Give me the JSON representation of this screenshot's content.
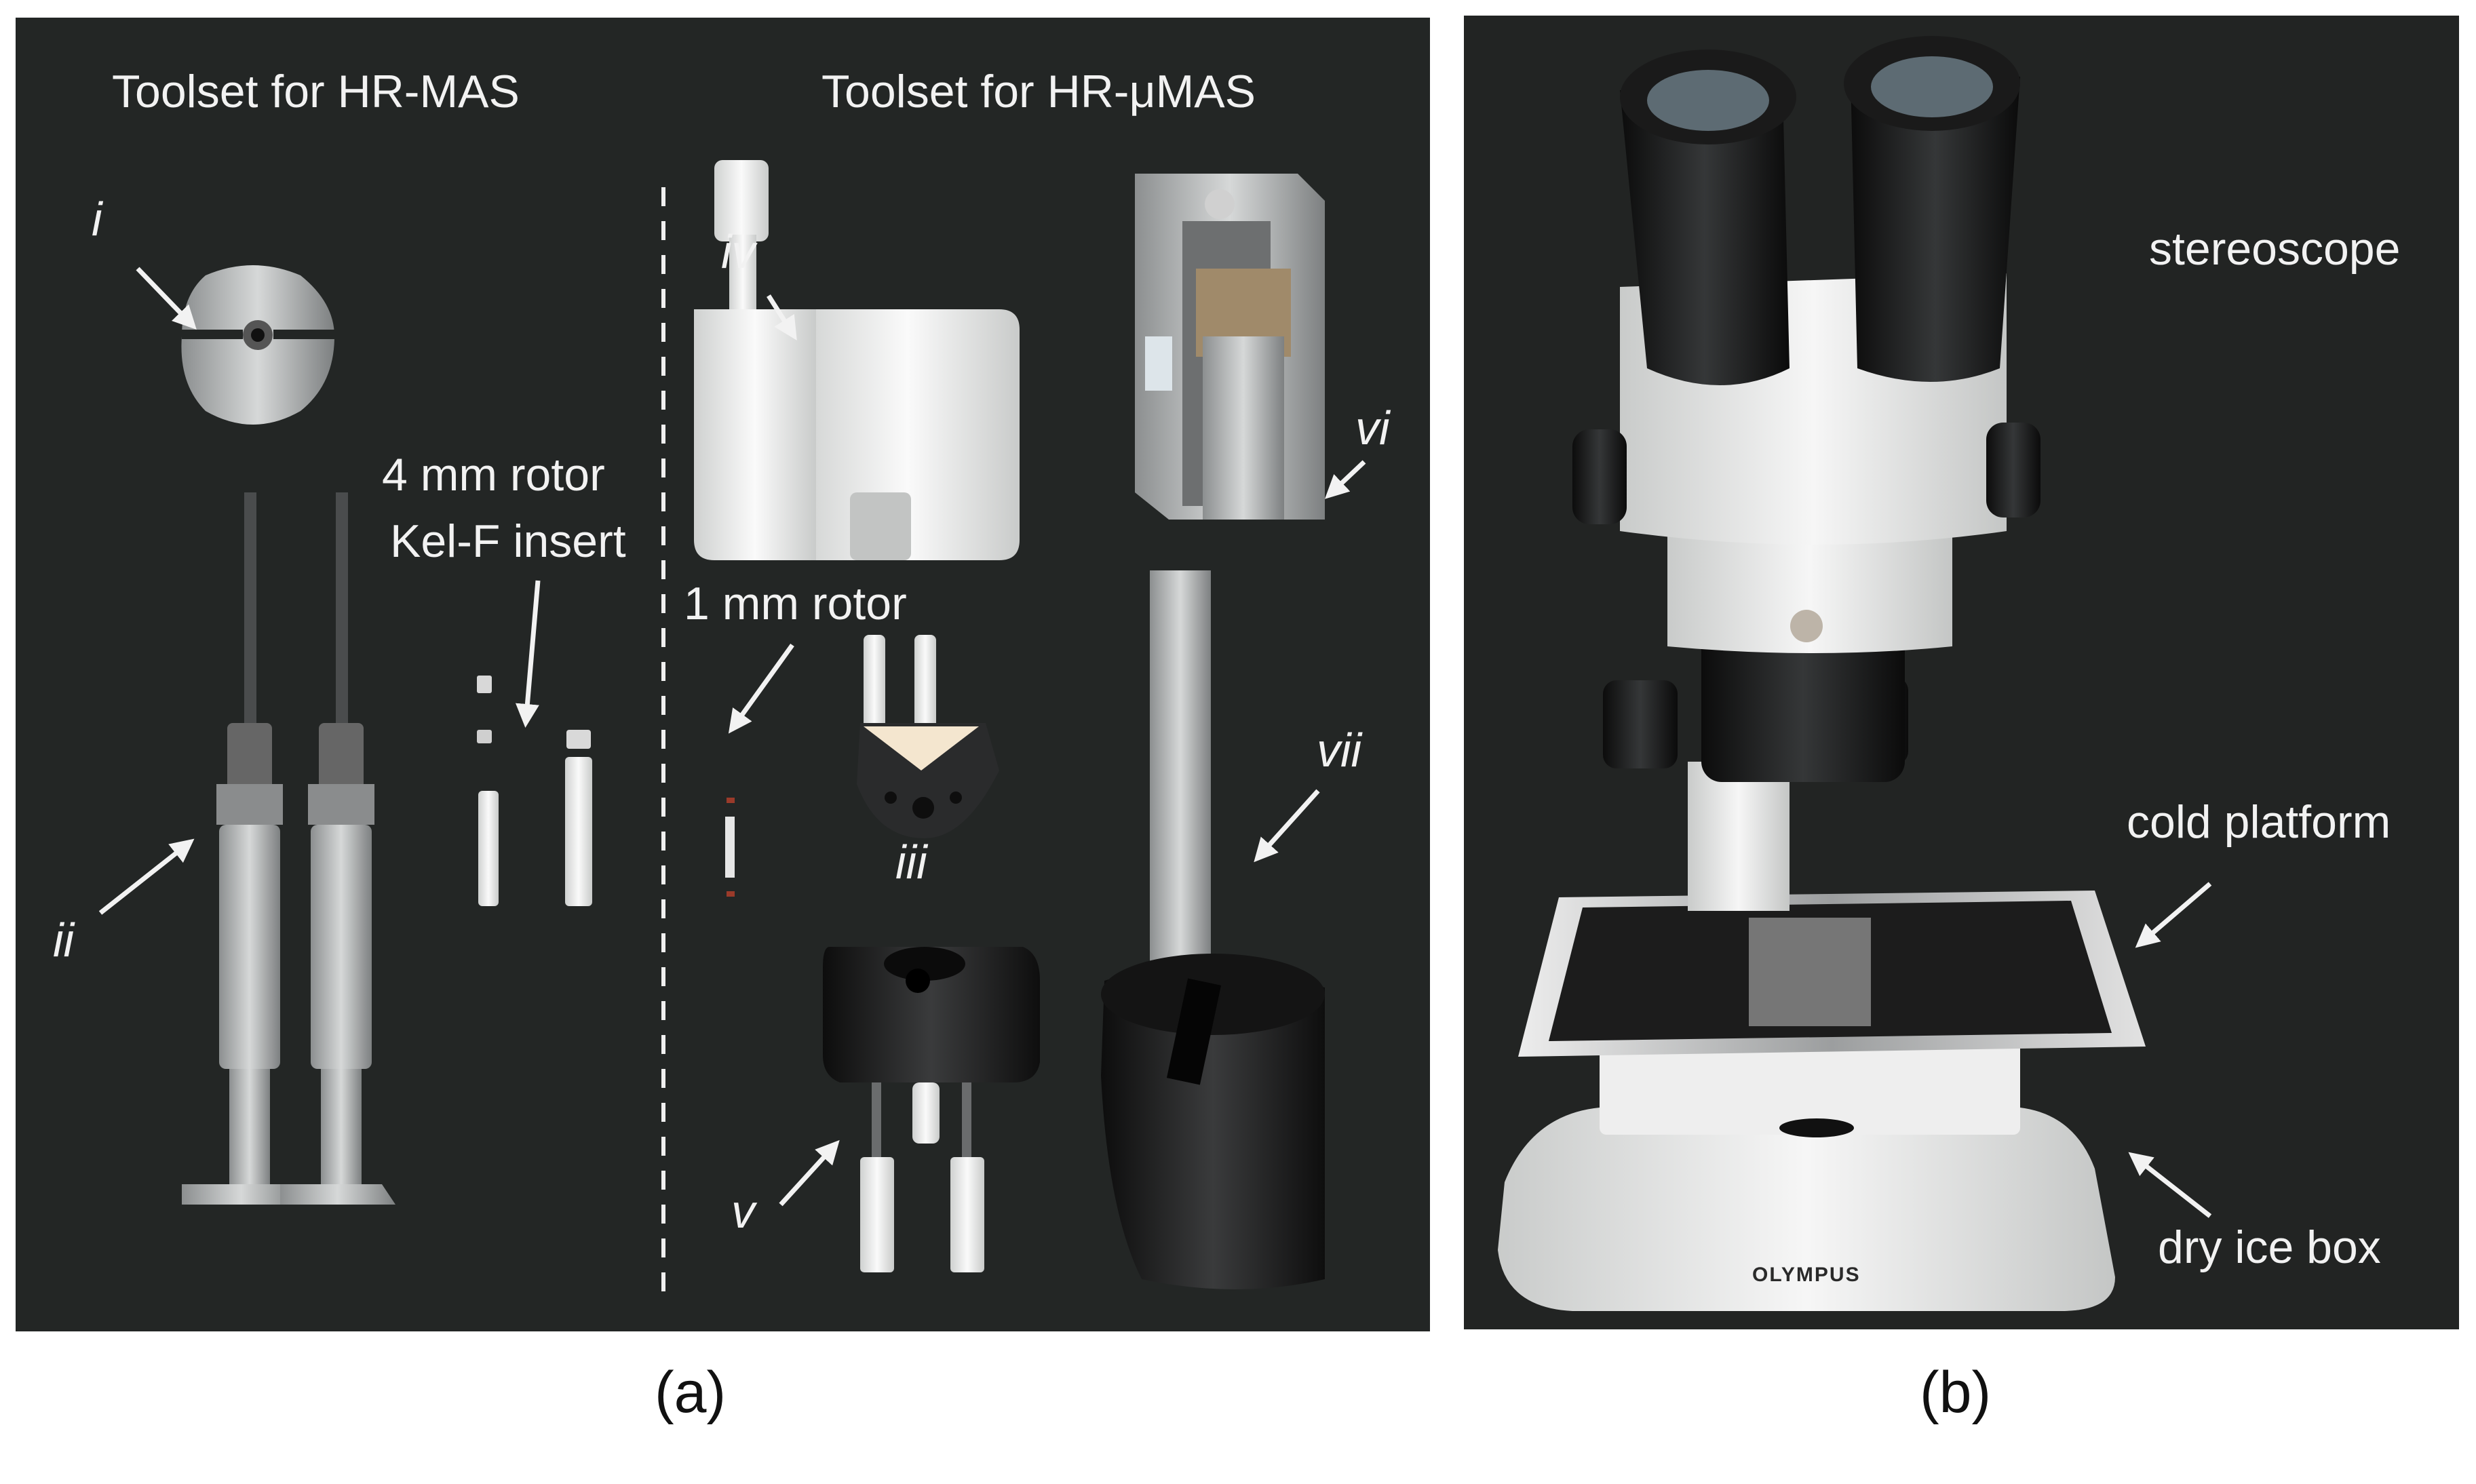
{
  "panel_a": {
    "heading_left": "Toolset for HR-MAS",
    "heading_right": "Toolset for HR-μMAS",
    "rotor_4mm_line1": "4 mm rotor",
    "rotor_4mm_line2": "Kel-F insert",
    "rotor_1mm": "1 mm rotor",
    "item_i": "i",
    "item_ii": "ii",
    "item_iii": "iii",
    "item_iv": "iv",
    "item_v": "v",
    "item_vi": "vi",
    "item_vii": "vii",
    "caption": "(a)"
  },
  "panel_b": {
    "stereoscope": "stereoscope",
    "cold_platform": "cold platform",
    "dry_ice_box": "dry ice box",
    "brand": "OLYMPUS",
    "caption": "(b)"
  },
  "colors": {
    "background": "#232625",
    "label_text": "#f2f2f2"
  }
}
